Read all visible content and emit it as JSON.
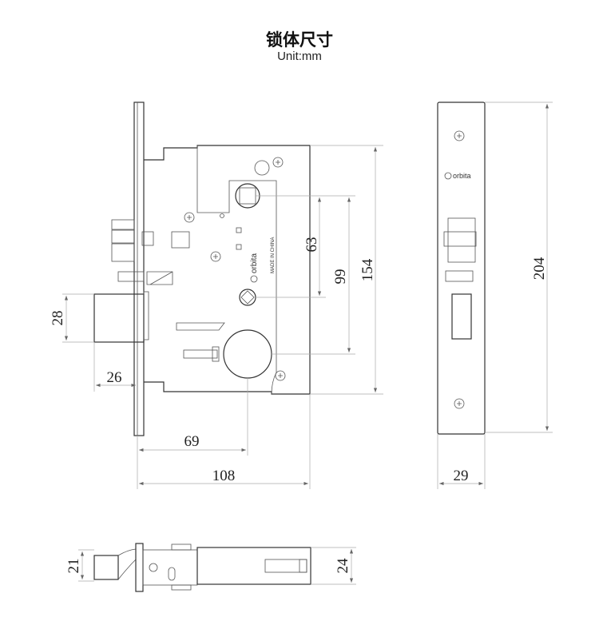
{
  "title": "锁体尺寸",
  "unit": "Unit:mm",
  "brand_logo": "orbita",
  "made_in": "MADE IN CHINA",
  "dimensions": {
    "case_height": "154",
    "spindle_to_cylinder": "99",
    "spindle_to_lever": "63",
    "latch_height": "28",
    "latch_throw": "26",
    "backset": "69",
    "case_depth": "108",
    "faceplate_height": "204",
    "faceplate_width": "29",
    "bolt_thickness": "21",
    "case_thickness": "24"
  }
}
